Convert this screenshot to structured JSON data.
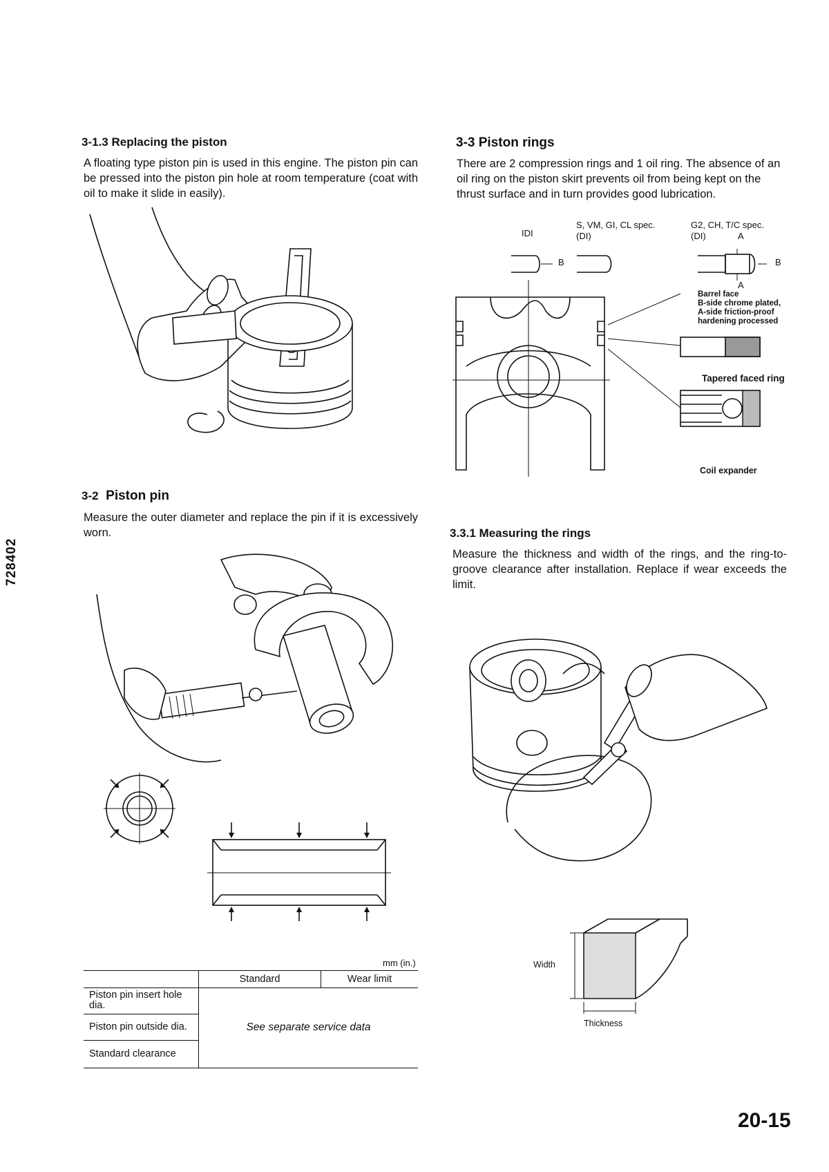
{
  "left": {
    "s313": {
      "heading": "3-1.3 Replacing the piston",
      "body": "A floating type piston pin is used in this engine. The piston pin can be pressed into the piston pin hole at room temperature (coat with oil to make it slide in easily)."
    },
    "s32": {
      "heading_num": "3-2",
      "heading_title": "Piston pin",
      "body": "Measure the outer diameter and replace the pin if it is excessively worn."
    },
    "table": {
      "unit": "mm (in.)",
      "col_standard": "Standard",
      "col_wear": "Wear limit",
      "rows": [
        "Piston pin insert hole dia.",
        "Piston pin outside dia.",
        "Standard clearance"
      ],
      "note": "See separate service data"
    }
  },
  "right": {
    "s33": {
      "heading": "3-3 Piston rings",
      "body": "There are 2 compression rings and 1 oil ring. The absence of an oil ring on the piston skirt prevents oil from being kept on the thrust surface and in turn provides good lubrication."
    },
    "ring_diagram": {
      "idi": "IDI",
      "spec1_line1": "S, VM, GI, CL spec.",
      "spec1_line2": "(DI)",
      "spec2_line1": "G2, CH, T/C spec.",
      "spec2_line2": "(DI)",
      "label_a": "A",
      "label_b": "B",
      "barrel_1": "Barrel face",
      "barrel_2": "B-side chrome plated,",
      "barrel_3": "A-side friction-proof",
      "barrel_4": "hardening processed",
      "tapered": "Tapered faced ring",
      "coil": "Coil expander"
    },
    "s331": {
      "heading": "3.3.1 Measuring the rings",
      "body": "Measure the thickness and width of the rings, and the ring-to-groove clearance after installation. Replace if wear exceeds the limit."
    },
    "dims": {
      "width": "Width",
      "thickness": "Thickness"
    }
  },
  "side_code": "728402",
  "page_number": "20-15"
}
